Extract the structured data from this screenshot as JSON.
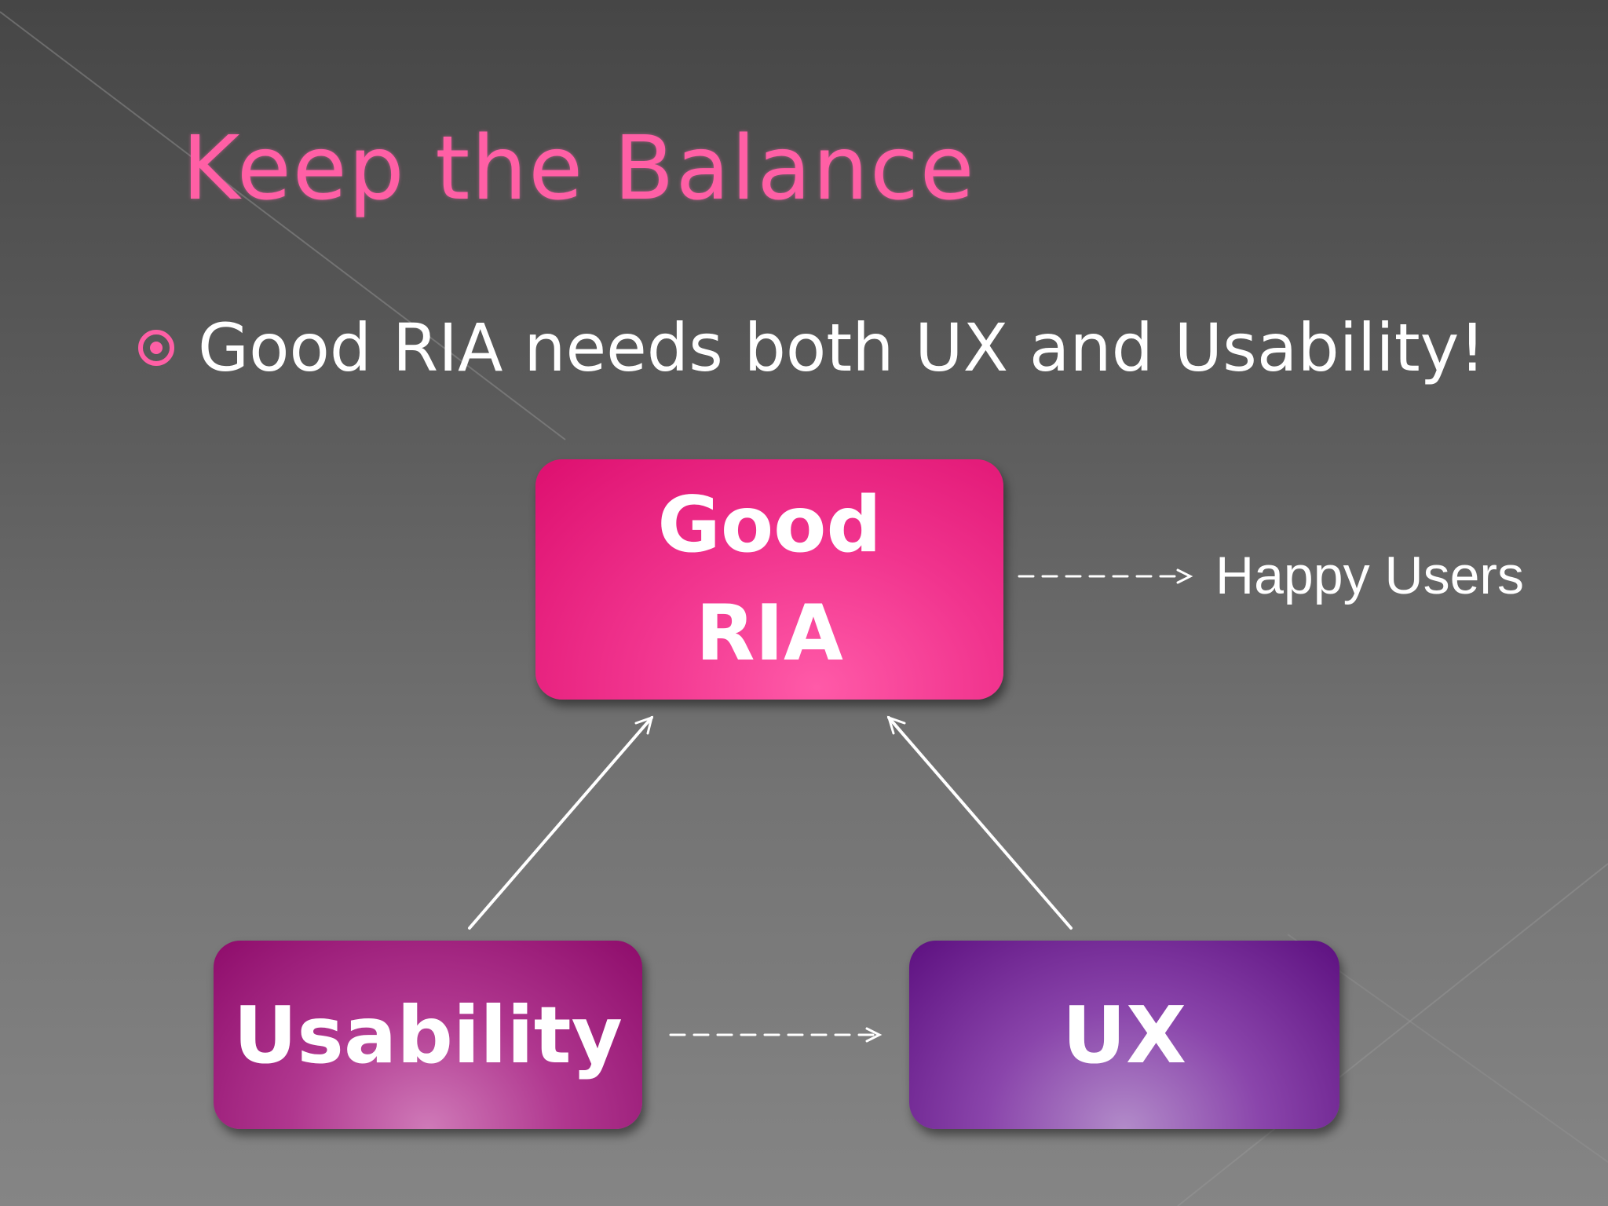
{
  "slide": {
    "title": "Keep the Balance",
    "bullet": "Good RIA needs both UX and Usability!"
  },
  "diagram": {
    "nodes": {
      "good_ria": "Good\nRIA",
      "usability": "Usability",
      "ux": "UX"
    },
    "outcome": "Happy Users",
    "edges": [
      {
        "from": "usability",
        "to": "good_ria",
        "style": "solid"
      },
      {
        "from": "ux",
        "to": "good_ria",
        "style": "solid"
      },
      {
        "from": "usability",
        "to": "ux",
        "style": "dashed"
      },
      {
        "from": "good_ria",
        "to": "outcome",
        "style": "dashed"
      }
    ]
  },
  "colors": {
    "accent": "#ff5fa5",
    "good_ria_box": "#e8207f",
    "usability_box": "#a8288a",
    "ux_box": "#7a2ea0",
    "text": "#ffffff"
  }
}
